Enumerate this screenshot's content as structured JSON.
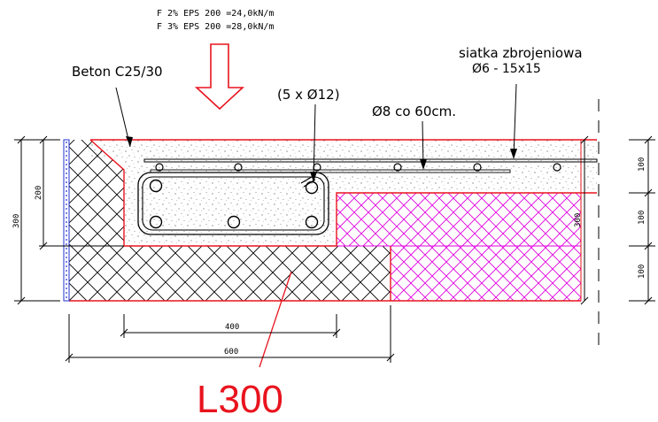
{
  "loads": {
    "line1": "F 2% EPS 200 =24,0kN/m",
    "line2": "F 3% EPS 200 =28,0kN/m"
  },
  "labels": {
    "concrete": "Beton C25/30",
    "mesh_title": "siatka zbrojeniowa",
    "mesh_spec": "Ø6 - 15x15",
    "main_bars": "(5 x Ø12)",
    "dist_bars": "Ø8 co 60cm.",
    "beam_id": "L300"
  },
  "dimensions": {
    "left_total": "300",
    "left_inner": "200",
    "bottom_400": "400",
    "bottom_600": "600",
    "right_total": "300",
    "right_seg1": "100",
    "right_seg2": "100",
    "right_seg3": "100"
  },
  "colors": {
    "outline_red": "#e8141e",
    "eps_magenta": "#e000e0",
    "label_red": "#e8141e",
    "membrane_blue": "#2030d0",
    "ink": "#000000"
  }
}
